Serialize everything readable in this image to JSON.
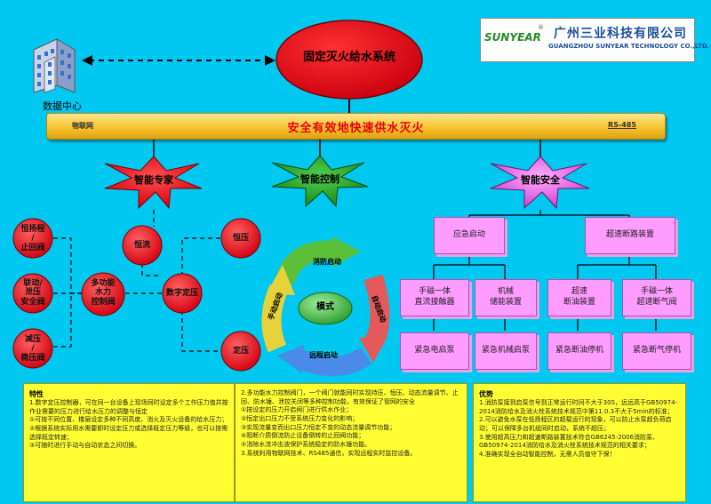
{
  "logo": {
    "brand": "SUNYEAR",
    "company_cn": "广州三业科技有限公司",
    "company_en": "GUANGZHOU SUNYEAR TECHNOLOGY CO.,LTD."
  },
  "datacenter_label": "数据中心",
  "system_title": "固定灭火给水系统",
  "bar": {
    "left": "物联网",
    "center": "安全有效地快速供水灭火",
    "right": "RS-485"
  },
  "stars": {
    "expert": "智能专家",
    "control": "智能控制",
    "safety": "智能安全"
  },
  "expert_nodes": {
    "check_valve": "恒扬程\n/\n止回阀",
    "linked_valve": "联动/\n泄压\n安全阀",
    "reduce_valve": "减压\n/\n稳压阀",
    "main_valve": "多功能\n水力\n控制阀",
    "flow": "恒流",
    "const_pressure": "恒压",
    "digital": "数字定压",
    "fixed_pressure": "定压"
  },
  "cycle": {
    "top": "消防启动",
    "right": "自动启动",
    "bottom": "远程启动",
    "left": "手动启动",
    "center": "模式"
  },
  "safety_boxes": {
    "emergency_start": "应急启动",
    "overspeed_break": "超速断路装置",
    "hand_magnet_contact": "手磁一体\n直流接触器",
    "mech_storage": "机械\n储能装置",
    "overspeed_oil": "超速\n断油装置",
    "hand_magnet_gas": "手磁一体\n超速断气阀",
    "emergency_elec": "紧急电启泵",
    "emergency_mech": "紧急机械启泵",
    "emergency_oil": "紧急断油停机",
    "emergency_gas": "紧急断气停机"
  },
  "panels": {
    "features": {
      "title": "特性",
      "lines": [
        "1.数字定压控制器，可在同一台设备上现场同时设定多个工作压力值并按作业需要的压力进行给水压力的调整与恒定",
        "①可按不同位置、楼层设定多种不同高度、消火及灭火设备的给水压力；",
        "②根据系统实际用水需要即时设定压力或选择既定压力等级，也可以按需选择既定转速；",
        "③可随时进行手动与自动状态之间切换。"
      ]
    },
    "functions": {
      "lines": [
        "2.多功能水力控制阀门，一个阀门就能同时实现持压、恒压、动态流量调节、止回、防水锤、泄控关闭等多种控制功能，有效保证了管网的安全",
        "①按设定的压力开启阀门进行供水作业；",
        "②恒定出口压力不受系统压力变化的影响；",
        "③实现流量变而出口压力恒定不变的动态流量调节功能；",
        "④阻断介质倒流防止设备倒转的止回阀功能；",
        "⑤消除水流冲击波保护系统稳定的防水锤功能。",
        "3.系统利用物联网技术、RS485通信，实现远程实时监控设备。"
      ]
    },
    "advantages": {
      "title": "优势",
      "lines": [
        "1.消防泵接到启泵信号到正常运行时间不大于30S，远远高于GB50974-2014消防给水及消火栓系统技术规范中第11.0.3不大于5min的标准；",
        "2.可以避免水泵在低扬程区的超载运行的现象，可以防止水泵超负荷启动；可以保障多台机组同时启动，系统不超压；",
        "3.使用超高压力和超速断路装置技术符合GB6245-2006消防泵、GB50974-2014消防给水及消火栓系统技术规范的相关要求；",
        "4.准确实现全自动智能控制，无需人员值守下保！"
      ]
    }
  },
  "colors": {
    "background": "#00c8f0",
    "red": "#e60012",
    "green": "#2db02d",
    "magenta": "#e04ce0",
    "yellow": "#ffff33",
    "bar": "#f6c02c"
  }
}
